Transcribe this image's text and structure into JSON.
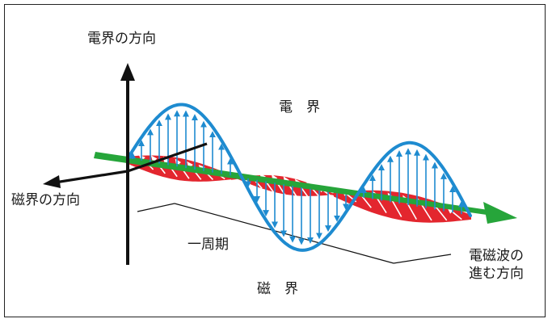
{
  "labels": {
    "electric_axis": "電界の方向",
    "magnetic_axis": "磁界の方向",
    "electric_field": "電　界",
    "magnetic_field": "磁　界",
    "period": "一周期",
    "propagation_line1": "電磁波の",
    "propagation_line2": "進む方向"
  },
  "colors": {
    "electric": "#1e8bd0",
    "magnetic": "#e3262e",
    "propagation": "#26a53a",
    "axis": "#111111"
  }
}
